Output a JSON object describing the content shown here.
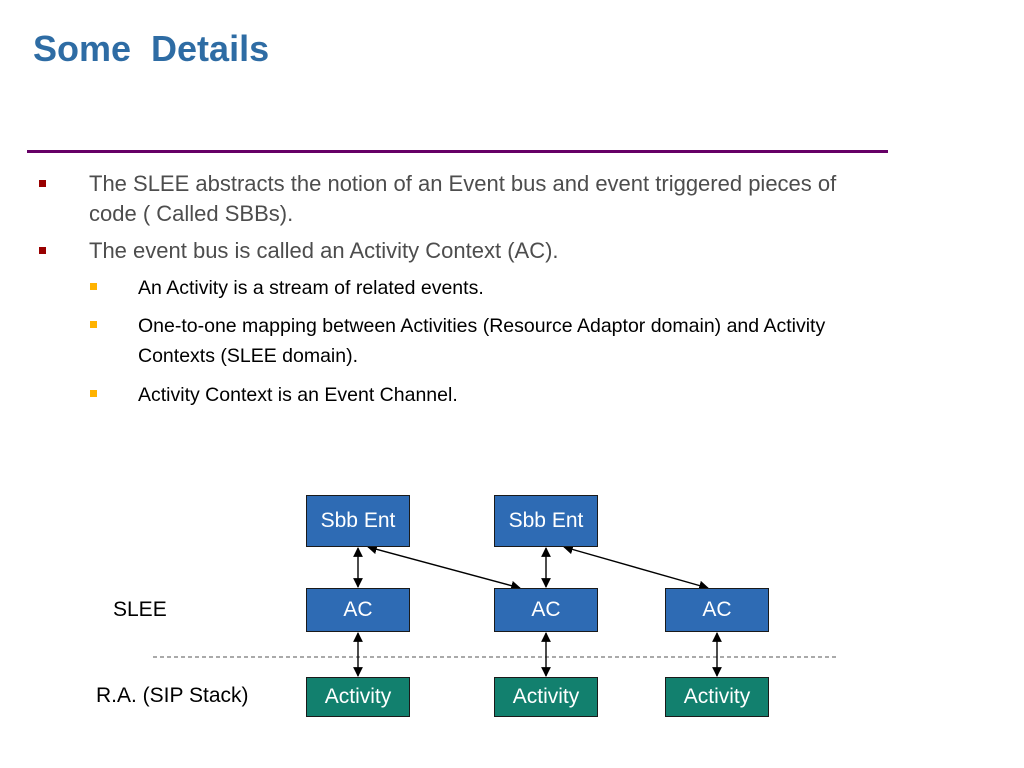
{
  "slide": {
    "title": "Some  Details",
    "bullets": [
      {
        "level": 1,
        "text": "The SLEE abstracts the notion of an Event bus and event triggered pieces of code ( Called SBBs)."
      },
      {
        "level": 1,
        "text": "The event bus is called an Activity Context (AC)."
      },
      {
        "level": 2,
        "text": "An Activity is a stream of related events."
      },
      {
        "level": 2,
        "text": "One-to-one mapping between Activities (Resource Adaptor domain) and Activity Contexts (SLEE domain)."
      },
      {
        "level": 2,
        "text": "Activity Context is an Event Channel."
      }
    ]
  },
  "diagram": {
    "layer_labels": {
      "slee": "SLEE",
      "ra": "R.A. (SIP Stack)"
    },
    "sbb_nodes": [
      "Sbb Ent",
      "Sbb Ent"
    ],
    "ac_nodes": [
      "AC",
      "AC",
      "AC"
    ],
    "activity_nodes": [
      "Activity",
      "Activity",
      "Activity"
    ],
    "colors": {
      "sbb_fill": "#2e6bb4",
      "ac_fill": "#2e6bb4",
      "activity_fill": "#12806e",
      "title": "#2e6ca4",
      "rule": "#660066",
      "bullet_l1": "#990000",
      "bullet_l2": "#ffb300"
    }
  }
}
